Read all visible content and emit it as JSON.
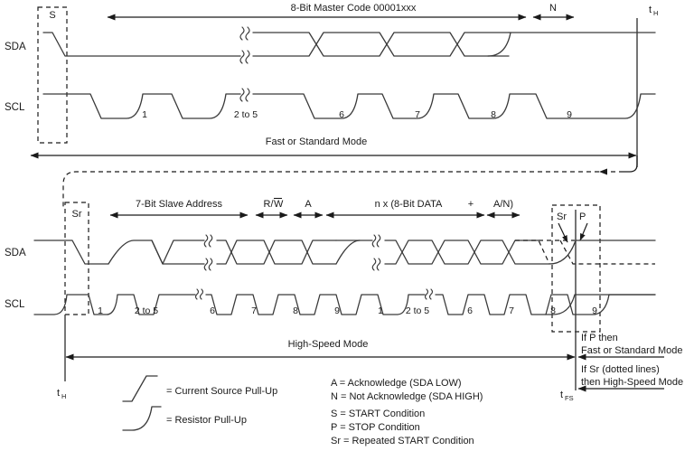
{
  "figure": {
    "title_top": "8-Bit Master Code 00001xxx",
    "signals": {
      "sda": "SDA",
      "scl": "SCL"
    },
    "top_diagram": {
      "start_box_label": "S",
      "nack_label": "N",
      "mode_label": "Fast or Standard Mode",
      "time_marker": "t",
      "time_marker_sub": "H",
      "scl_bits": [
        "1",
        "2 to 5",
        "6",
        "7",
        "8",
        "9"
      ]
    },
    "bottom_diagram": {
      "repeated_start_box_label": "Sr",
      "address_label": "7-Bit Slave Address",
      "rw_label_pre": "R/",
      "rw_label_bar": "W",
      "ack_label": "A",
      "data_label": "n x (8-Bit DATA",
      "plus_label": "+",
      "an_label": "A/N)",
      "sr_arrow_label": "Sr",
      "p_arrow_label": "P",
      "mode_label": "High-Speed Mode",
      "time_marker_left": "t",
      "time_marker_left_sub": "H",
      "time_marker_right": "t",
      "time_marker_right_sub": "FS",
      "scl_bits_first": [
        "1",
        "2 to 5",
        "6",
        "7",
        "8",
        "9"
      ],
      "scl_bits_second": [
        "1",
        "2 to 5",
        "6",
        "7",
        "8",
        "9"
      ]
    },
    "right_notes": [
      "If P then",
      "Fast or Standard Mode",
      "If Sr (dotted lines)",
      "then High-Speed Mode"
    ],
    "legend_symbols": [
      {
        "glyph": "current-source-pullup",
        "text": "= Current Source Pull-Up"
      },
      {
        "glyph": "resistor-pullup",
        "text": "= Resistor Pull-Up"
      }
    ],
    "legend_definitions": [
      "A = Acknowledge (SDA LOW)",
      "N = Not Acknowledge (SDA HIGH)",
      "S = START Condition",
      "P = STOP Condition",
      "Sr = Repeated START Condition"
    ],
    "colors": {
      "line": "#1a1a1a",
      "wave": "#3a3a3a",
      "background": "#ffffff"
    }
  }
}
